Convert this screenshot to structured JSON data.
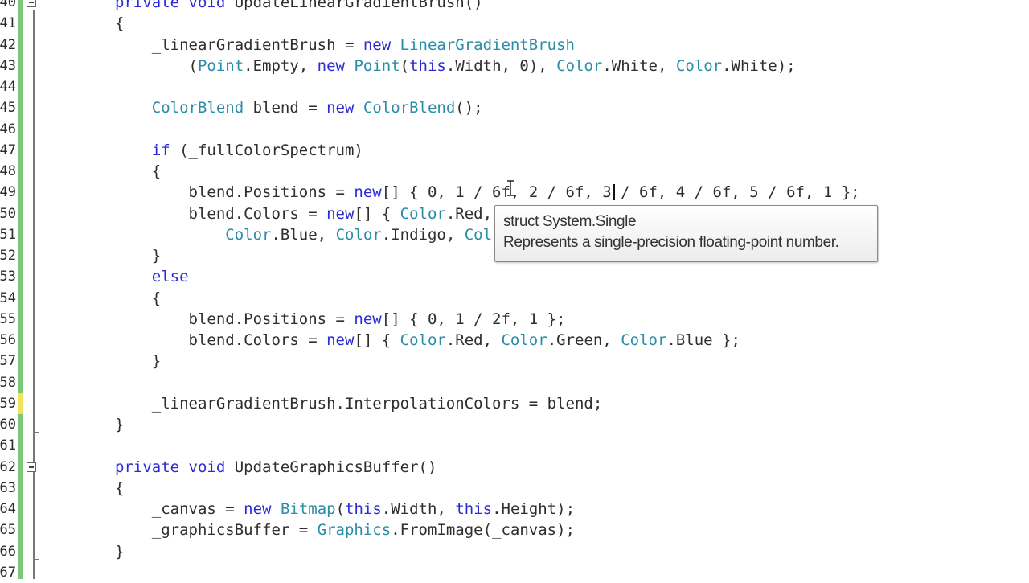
{
  "editor": {
    "first_line_number": 40,
    "changed_line_marker": 59,
    "fold_starts": [
      40,
      62
    ],
    "fold_ends": [
      60,
      66
    ],
    "colors": {
      "keyword": "#2b2bd6",
      "type": "#2b8ca8",
      "text": "#2e2e2e",
      "change_bar": "#7cc77c",
      "unsaved_change": "#f5e15a"
    },
    "lines": [
      [
        [
          "k",
          "private"
        ],
        [
          "p",
          " "
        ],
        [
          "k",
          "void"
        ],
        [
          "p",
          " UpdateLinearGradientBrush()"
        ]
      ],
      [
        [
          "p",
          "{"
        ]
      ],
      [
        [
          "p",
          "    _linearGradientBrush = "
        ],
        [
          "k",
          "new"
        ],
        [
          "p",
          " "
        ],
        [
          "t",
          "LinearGradientBrush"
        ]
      ],
      [
        [
          "p",
          "        ("
        ],
        [
          "t",
          "Point"
        ],
        [
          "p",
          ".Empty, "
        ],
        [
          "k",
          "new"
        ],
        [
          "p",
          " "
        ],
        [
          "t",
          "Point"
        ],
        [
          "p",
          "("
        ],
        [
          "k",
          "this"
        ],
        [
          "p",
          ".Width, 0), "
        ],
        [
          "t",
          "Color"
        ],
        [
          "p",
          ".White, "
        ],
        [
          "t",
          "Color"
        ],
        [
          "p",
          ".White);"
        ]
      ],
      [],
      [
        [
          "p",
          "    "
        ],
        [
          "t",
          "ColorBlend"
        ],
        [
          "p",
          " blend = "
        ],
        [
          "k",
          "new"
        ],
        [
          "p",
          " "
        ],
        [
          "t",
          "ColorBlend"
        ],
        [
          "p",
          "();"
        ]
      ],
      [],
      [
        [
          "p",
          "    "
        ],
        [
          "k",
          "if"
        ],
        [
          "p",
          " (_fullColorSpectrum)"
        ]
      ],
      [
        [
          "p",
          "    {"
        ]
      ],
      [
        [
          "p",
          "        blend.Positions = "
        ],
        [
          "k",
          "new"
        ],
        [
          "p",
          "[] { 0, 1 / 6f, 2 / 6f, 3 / 6f, 4 / 6f, 5 / 6f, 1 };"
        ]
      ],
      [
        [
          "p",
          "        blend.Colors = "
        ],
        [
          "k",
          "new"
        ],
        [
          "p",
          "[] { "
        ],
        [
          "t",
          "Color"
        ],
        [
          "p",
          ".Red,"
        ]
      ],
      [
        [
          "p",
          "            "
        ],
        [
          "t",
          "Color"
        ],
        [
          "p",
          ".Blue, "
        ],
        [
          "t",
          "Color"
        ],
        [
          "p",
          ".Indigo, "
        ],
        [
          "t",
          "Col"
        ]
      ],
      [
        [
          "p",
          "    }"
        ]
      ],
      [
        [
          "p",
          "    "
        ],
        [
          "k",
          "else"
        ]
      ],
      [
        [
          "p",
          "    {"
        ]
      ],
      [
        [
          "p",
          "        blend.Positions = "
        ],
        [
          "k",
          "new"
        ],
        [
          "p",
          "[] { 0, 1 / 2f, 1 };"
        ]
      ],
      [
        [
          "p",
          "        blend.Colors = "
        ],
        [
          "k",
          "new"
        ],
        [
          "p",
          "[] { "
        ],
        [
          "t",
          "Color"
        ],
        [
          "p",
          ".Red, "
        ],
        [
          "t",
          "Color"
        ],
        [
          "p",
          ".Green, "
        ],
        [
          "t",
          "Color"
        ],
        [
          "p",
          ".Blue };"
        ]
      ],
      [
        [
          "p",
          "    }"
        ]
      ],
      [],
      [
        [
          "p",
          "    _linearGradientBrush.InterpolationColors = blend;"
        ]
      ],
      [
        [
          "p",
          "}"
        ]
      ],
      [],
      [
        [
          "k",
          "private"
        ],
        [
          "p",
          " "
        ],
        [
          "k",
          "void"
        ],
        [
          "p",
          " UpdateGraphicsBuffer()"
        ]
      ],
      [
        [
          "p",
          "{"
        ]
      ],
      [
        [
          "p",
          "    _canvas = "
        ],
        [
          "k",
          "new"
        ],
        [
          "p",
          " "
        ],
        [
          "t",
          "Bitmap"
        ],
        [
          "p",
          "("
        ],
        [
          "k",
          "this"
        ],
        [
          "p",
          ".Width, "
        ],
        [
          "k",
          "this"
        ],
        [
          "p",
          ".Height);"
        ]
      ],
      [
        [
          "p",
          "    _graphicsBuffer = "
        ],
        [
          "t",
          "Graphics"
        ],
        [
          "p",
          ".FromImage(_canvas);"
        ]
      ],
      [
        [
          "p",
          "}"
        ]
      ],
      []
    ]
  },
  "tooltip": {
    "title": "struct System.Single",
    "description": "Represents a single-precision floating-point number."
  }
}
